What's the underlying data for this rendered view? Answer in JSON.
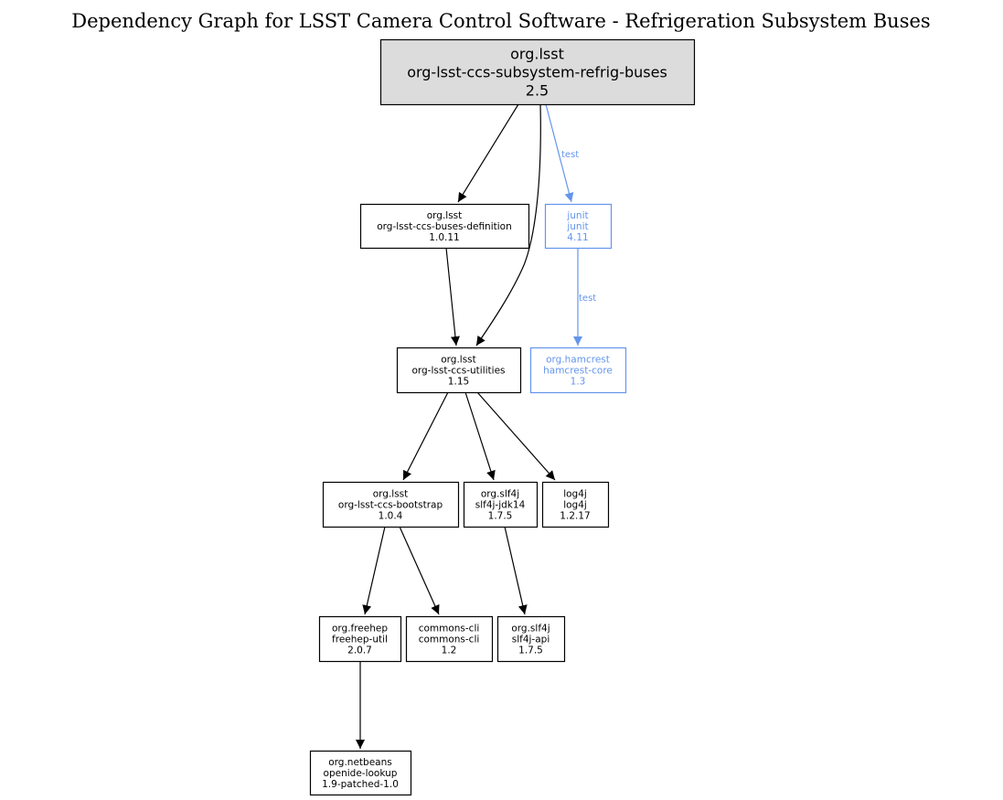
{
  "title": "Dependency Graph for LSST Camera Control Software - Refrigeration Subsystem Buses",
  "colors": {
    "compile": "#000000",
    "test": "#6495ed",
    "root_fill": "#dcdcdc",
    "node_fill": "#ffffff"
  },
  "nodes": [
    {
      "id": "root",
      "group": "org.lsst",
      "artifact": "org-lsst-ccs-subsystem-refrig-buses",
      "version": "2.5",
      "scope": "root"
    },
    {
      "id": "buses-def",
      "group": "org.lsst",
      "artifact": "org-lsst-ccs-buses-definition",
      "version": "1.0.11",
      "scope": "compile"
    },
    {
      "id": "junit",
      "group": "junit",
      "artifact": "junit",
      "version": "4.11",
      "scope": "test"
    },
    {
      "id": "utilities",
      "group": "org.lsst",
      "artifact": "org-lsst-ccs-utilities",
      "version": "1.15",
      "scope": "compile"
    },
    {
      "id": "hamcrest",
      "group": "org.hamcrest",
      "artifact": "hamcrest-core",
      "version": "1.3",
      "scope": "test"
    },
    {
      "id": "bootstrap",
      "group": "org.lsst",
      "artifact": "org-lsst-ccs-bootstrap",
      "version": "1.0.4",
      "scope": "compile"
    },
    {
      "id": "slf4j-jdk14",
      "group": "org.slf4j",
      "artifact": "slf4j-jdk14",
      "version": "1.7.5",
      "scope": "compile"
    },
    {
      "id": "log4j",
      "group": "log4j",
      "artifact": "log4j",
      "version": "1.2.17",
      "scope": "compile"
    },
    {
      "id": "freehep",
      "group": "org.freehep",
      "artifact": "freehep-util",
      "version": "2.0.7",
      "scope": "compile"
    },
    {
      "id": "commons-cli",
      "group": "commons-cli",
      "artifact": "commons-cli",
      "version": "1.2",
      "scope": "compile"
    },
    {
      "id": "slf4j-api",
      "group": "org.slf4j",
      "artifact": "slf4j-api",
      "version": "1.7.5",
      "scope": "compile"
    },
    {
      "id": "openide",
      "group": "org.netbeans",
      "artifact": "openide-lookup",
      "version": "1.9-patched-1.0",
      "scope": "compile"
    }
  ],
  "edges": [
    {
      "from": "root",
      "to": "buses-def",
      "label": ""
    },
    {
      "from": "root",
      "to": "utilities",
      "label": ""
    },
    {
      "from": "root",
      "to": "junit",
      "label": "test"
    },
    {
      "from": "buses-def",
      "to": "utilities",
      "label": ""
    },
    {
      "from": "junit",
      "to": "hamcrest",
      "label": "test"
    },
    {
      "from": "utilities",
      "to": "bootstrap",
      "label": ""
    },
    {
      "from": "utilities",
      "to": "slf4j-jdk14",
      "label": ""
    },
    {
      "from": "utilities",
      "to": "log4j",
      "label": ""
    },
    {
      "from": "bootstrap",
      "to": "freehep",
      "label": ""
    },
    {
      "from": "bootstrap",
      "to": "commons-cli",
      "label": ""
    },
    {
      "from": "slf4j-jdk14",
      "to": "slf4j-api",
      "label": ""
    },
    {
      "from": "freehep",
      "to": "openide",
      "label": ""
    }
  ]
}
